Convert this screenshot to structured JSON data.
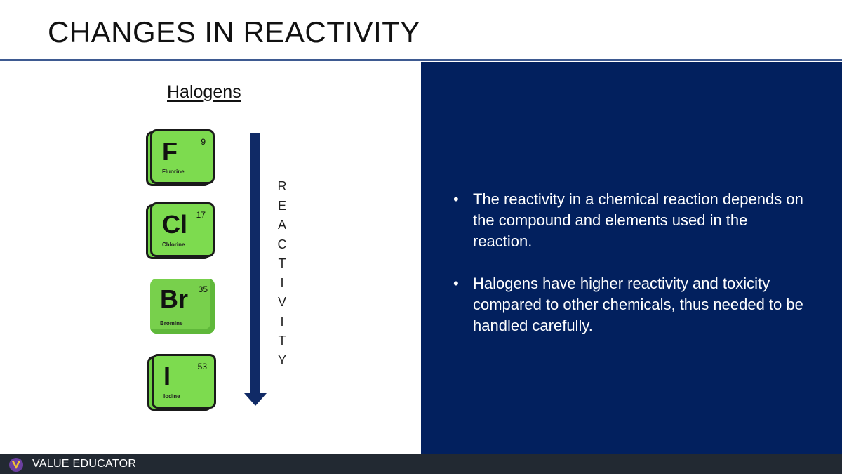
{
  "slide": {
    "title": "CHANGES IN REACTIVITY",
    "subtitle": "Halogens"
  },
  "elements": [
    {
      "symbol": "F",
      "number": "9",
      "name": "Fluorine"
    },
    {
      "symbol": "Cl",
      "number": "17",
      "name": "Chlorine"
    },
    {
      "symbol": "Br",
      "number": "35",
      "name": "Bromine"
    },
    {
      "symbol": "I",
      "number": "53",
      "name": "Iodine"
    }
  ],
  "reactivity_letters": [
    "R",
    "E",
    "A",
    "C",
    "T",
    "I",
    "V",
    "I",
    "T",
    "Y"
  ],
  "bullets": [
    "The reactivity in a chemical reaction depends on the compound and elements used in the reaction.",
    "Halogens have higher reactivity and toxicity compared to other chemicals, thus needed to be handled carefully."
  ],
  "footer": {
    "brand": "VALUE EDUCATOR"
  },
  "colors": {
    "panel": "#02205e",
    "accent_rule": "#3e5a91",
    "tile_green": "#7ddb4f",
    "arrow": "#102a66",
    "footer": "#222932",
    "logo": "#6b3fa0"
  }
}
